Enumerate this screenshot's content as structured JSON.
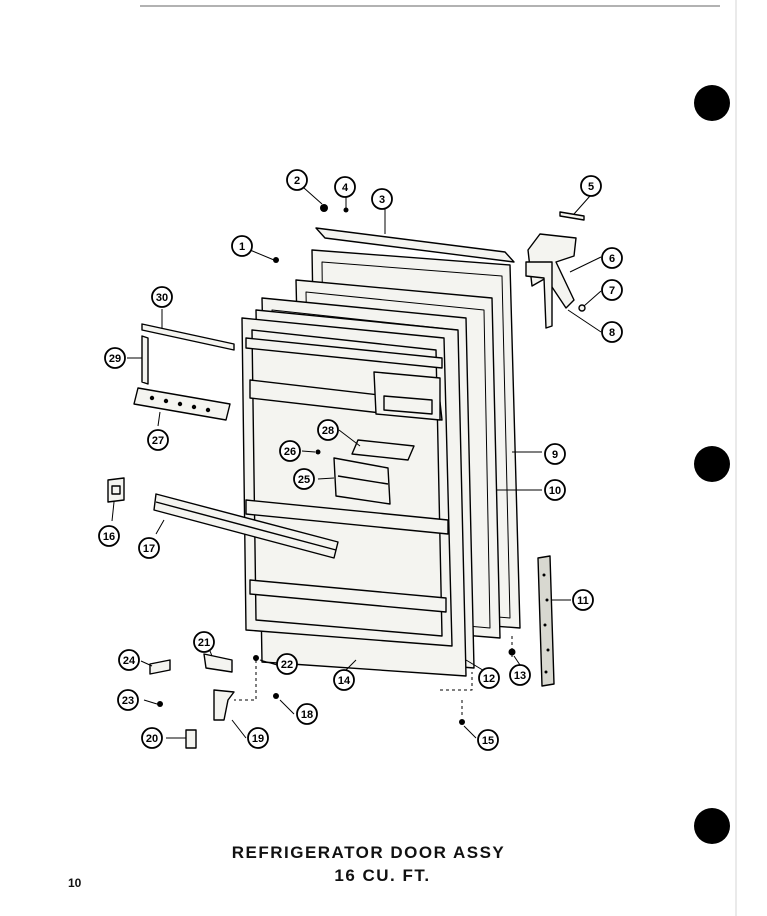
{
  "title": {
    "line1": "REFRIGERATOR DOOR ASSY",
    "line2": "16 CU. FT."
  },
  "page_number": "10",
  "callouts": [
    "1",
    "2",
    "3",
    "4",
    "5",
    "6",
    "7",
    "8",
    "9",
    "10",
    "11",
    "12",
    "13",
    "14",
    "15",
    "16",
    "17",
    "18",
    "19",
    "20",
    "21",
    "22",
    "23",
    "24",
    "25",
    "26",
    "27",
    "28",
    "29",
    "30"
  ],
  "colors": {
    "ink": "#000000",
    "paper": "#ffffff",
    "part_fill": "#f4f4f0"
  }
}
